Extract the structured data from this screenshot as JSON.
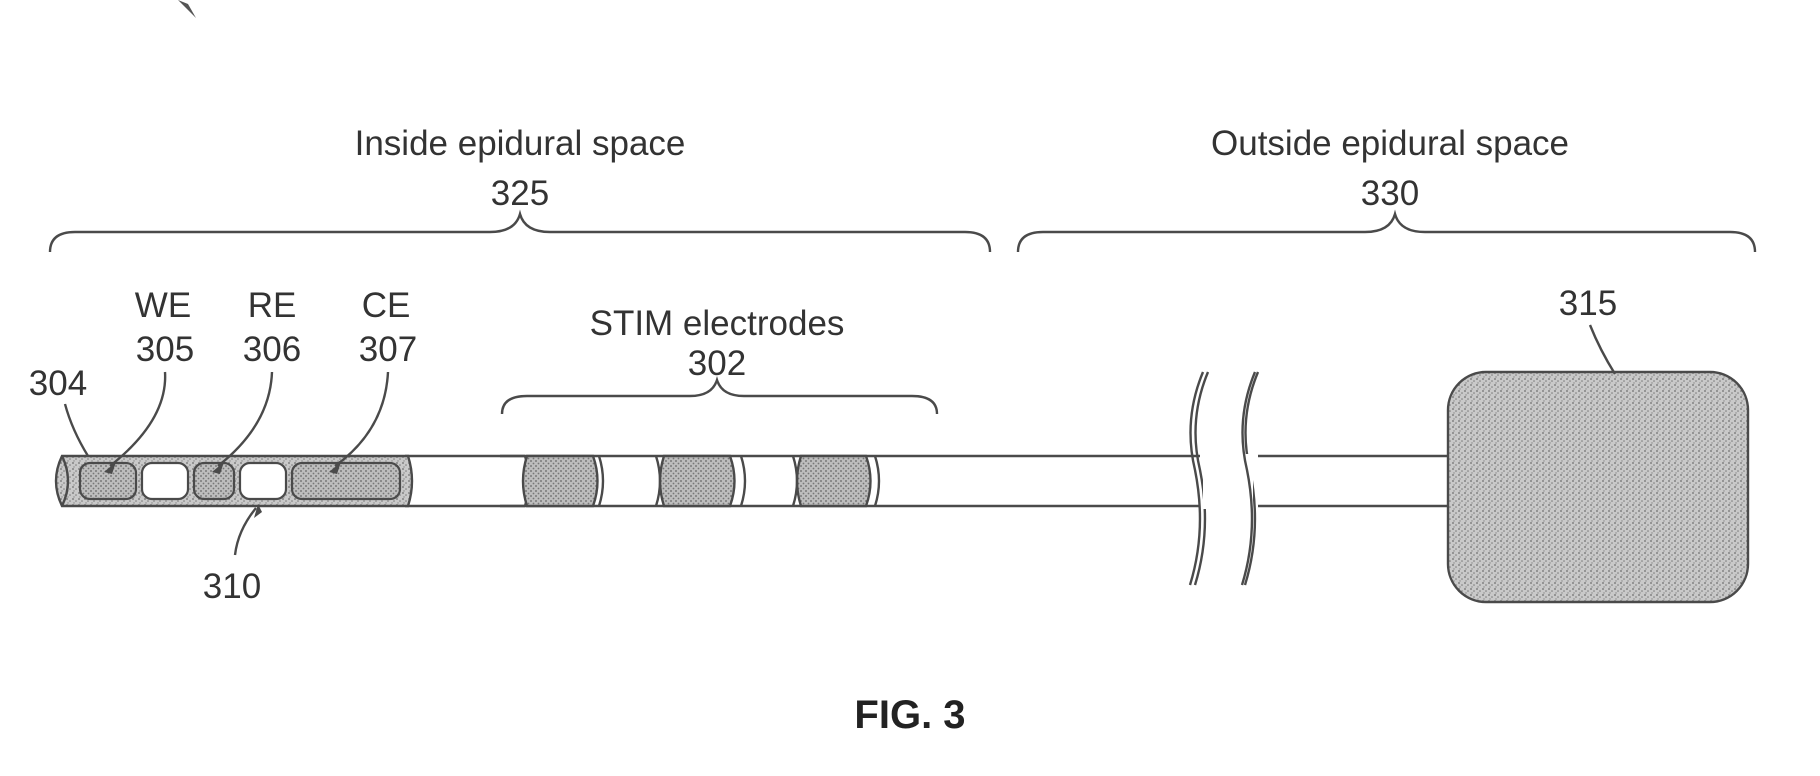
{
  "figure_label": "FIG. 3",
  "regions": {
    "inside": {
      "label": "Inside epidural space",
      "ref": "325"
    },
    "outside": {
      "label": "Outside epidural space",
      "ref": "330"
    }
  },
  "electrodes": {
    "we": {
      "name": "WE",
      "ref": "305"
    },
    "re": {
      "name": "RE",
      "ref": "306"
    },
    "ce": {
      "name": "CE",
      "ref": "307"
    },
    "stim": {
      "label": "STIM electrodes",
      "ref": "302"
    }
  },
  "refs": {
    "sensor_tip": "304",
    "gap": "310",
    "connector": "315"
  }
}
